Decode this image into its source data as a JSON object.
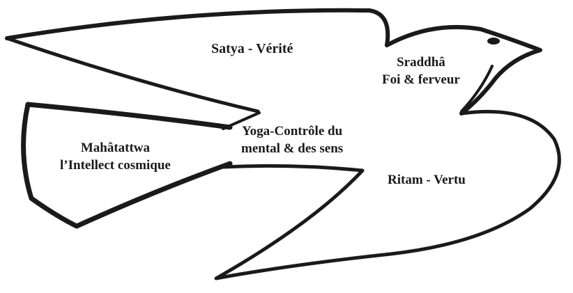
{
  "stroke_color": "#1a1a1a",
  "labels": {
    "satya": "Satya - Vérité",
    "sraddha": [
      "Sraddhâ",
      "Foi & ferveur"
    ],
    "yoga": [
      "Yoga-Contrôle du",
      "mental & des sens"
    ],
    "mahatattwa": [
      "Mahâtattwa",
      "l’Intellect cosmique"
    ],
    "ritam": "Ritam - Vertu"
  }
}
